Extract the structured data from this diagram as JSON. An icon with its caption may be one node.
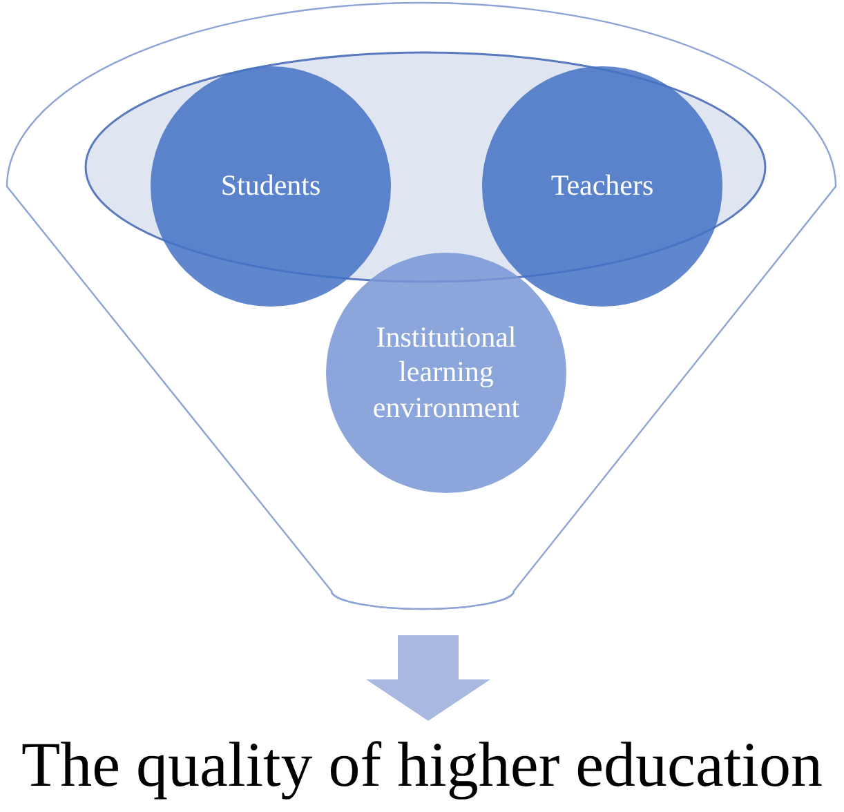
{
  "diagram": {
    "nodes": [
      {
        "text": [],
        "shape": "funnel"
      },
      {
        "text": [
          "Students"
        ],
        "in": 0
      },
      {
        "text": [
          "Teachers"
        ],
        "in": 0
      },
      {
        "text": [
          "Institutional learning environment"
        ],
        "in": 0
      },
      {
        "text": [
          "The quality of higher education"
        ]
      }
    ],
    "edges": [
      {
        "from": 0,
        "to": 4,
        "arrow": "to",
        "style": "thick"
      }
    ]
  }
}
